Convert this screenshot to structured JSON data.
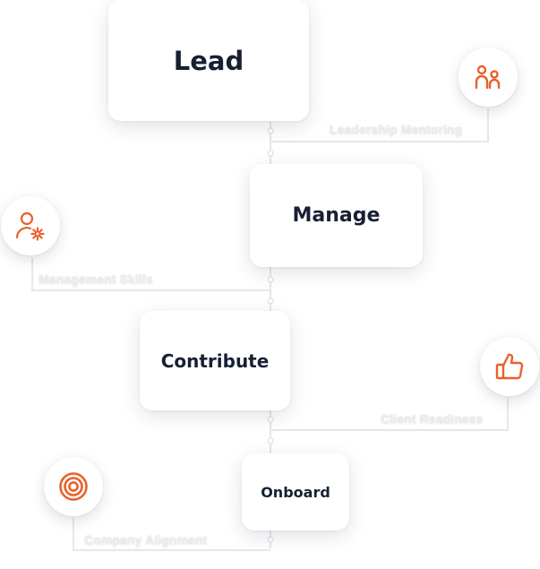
{
  "stages": {
    "lead": "Lead",
    "manage": "Manage",
    "contribute": "Contribute",
    "onboard": "Onboard"
  },
  "labels": {
    "leadership": "Leadership Mentoring",
    "management": "Management Skills",
    "client": "Client Readiness",
    "company": "Company Alignment"
  },
  "icons": {
    "leadership": "two-people-icon",
    "management": "user-gear-icon",
    "client": "thumbs-up-icon",
    "company": "target-icon"
  },
  "colors": {
    "accent": "#e8612c",
    "text": "#172033",
    "connector": "#e6e7ea"
  }
}
